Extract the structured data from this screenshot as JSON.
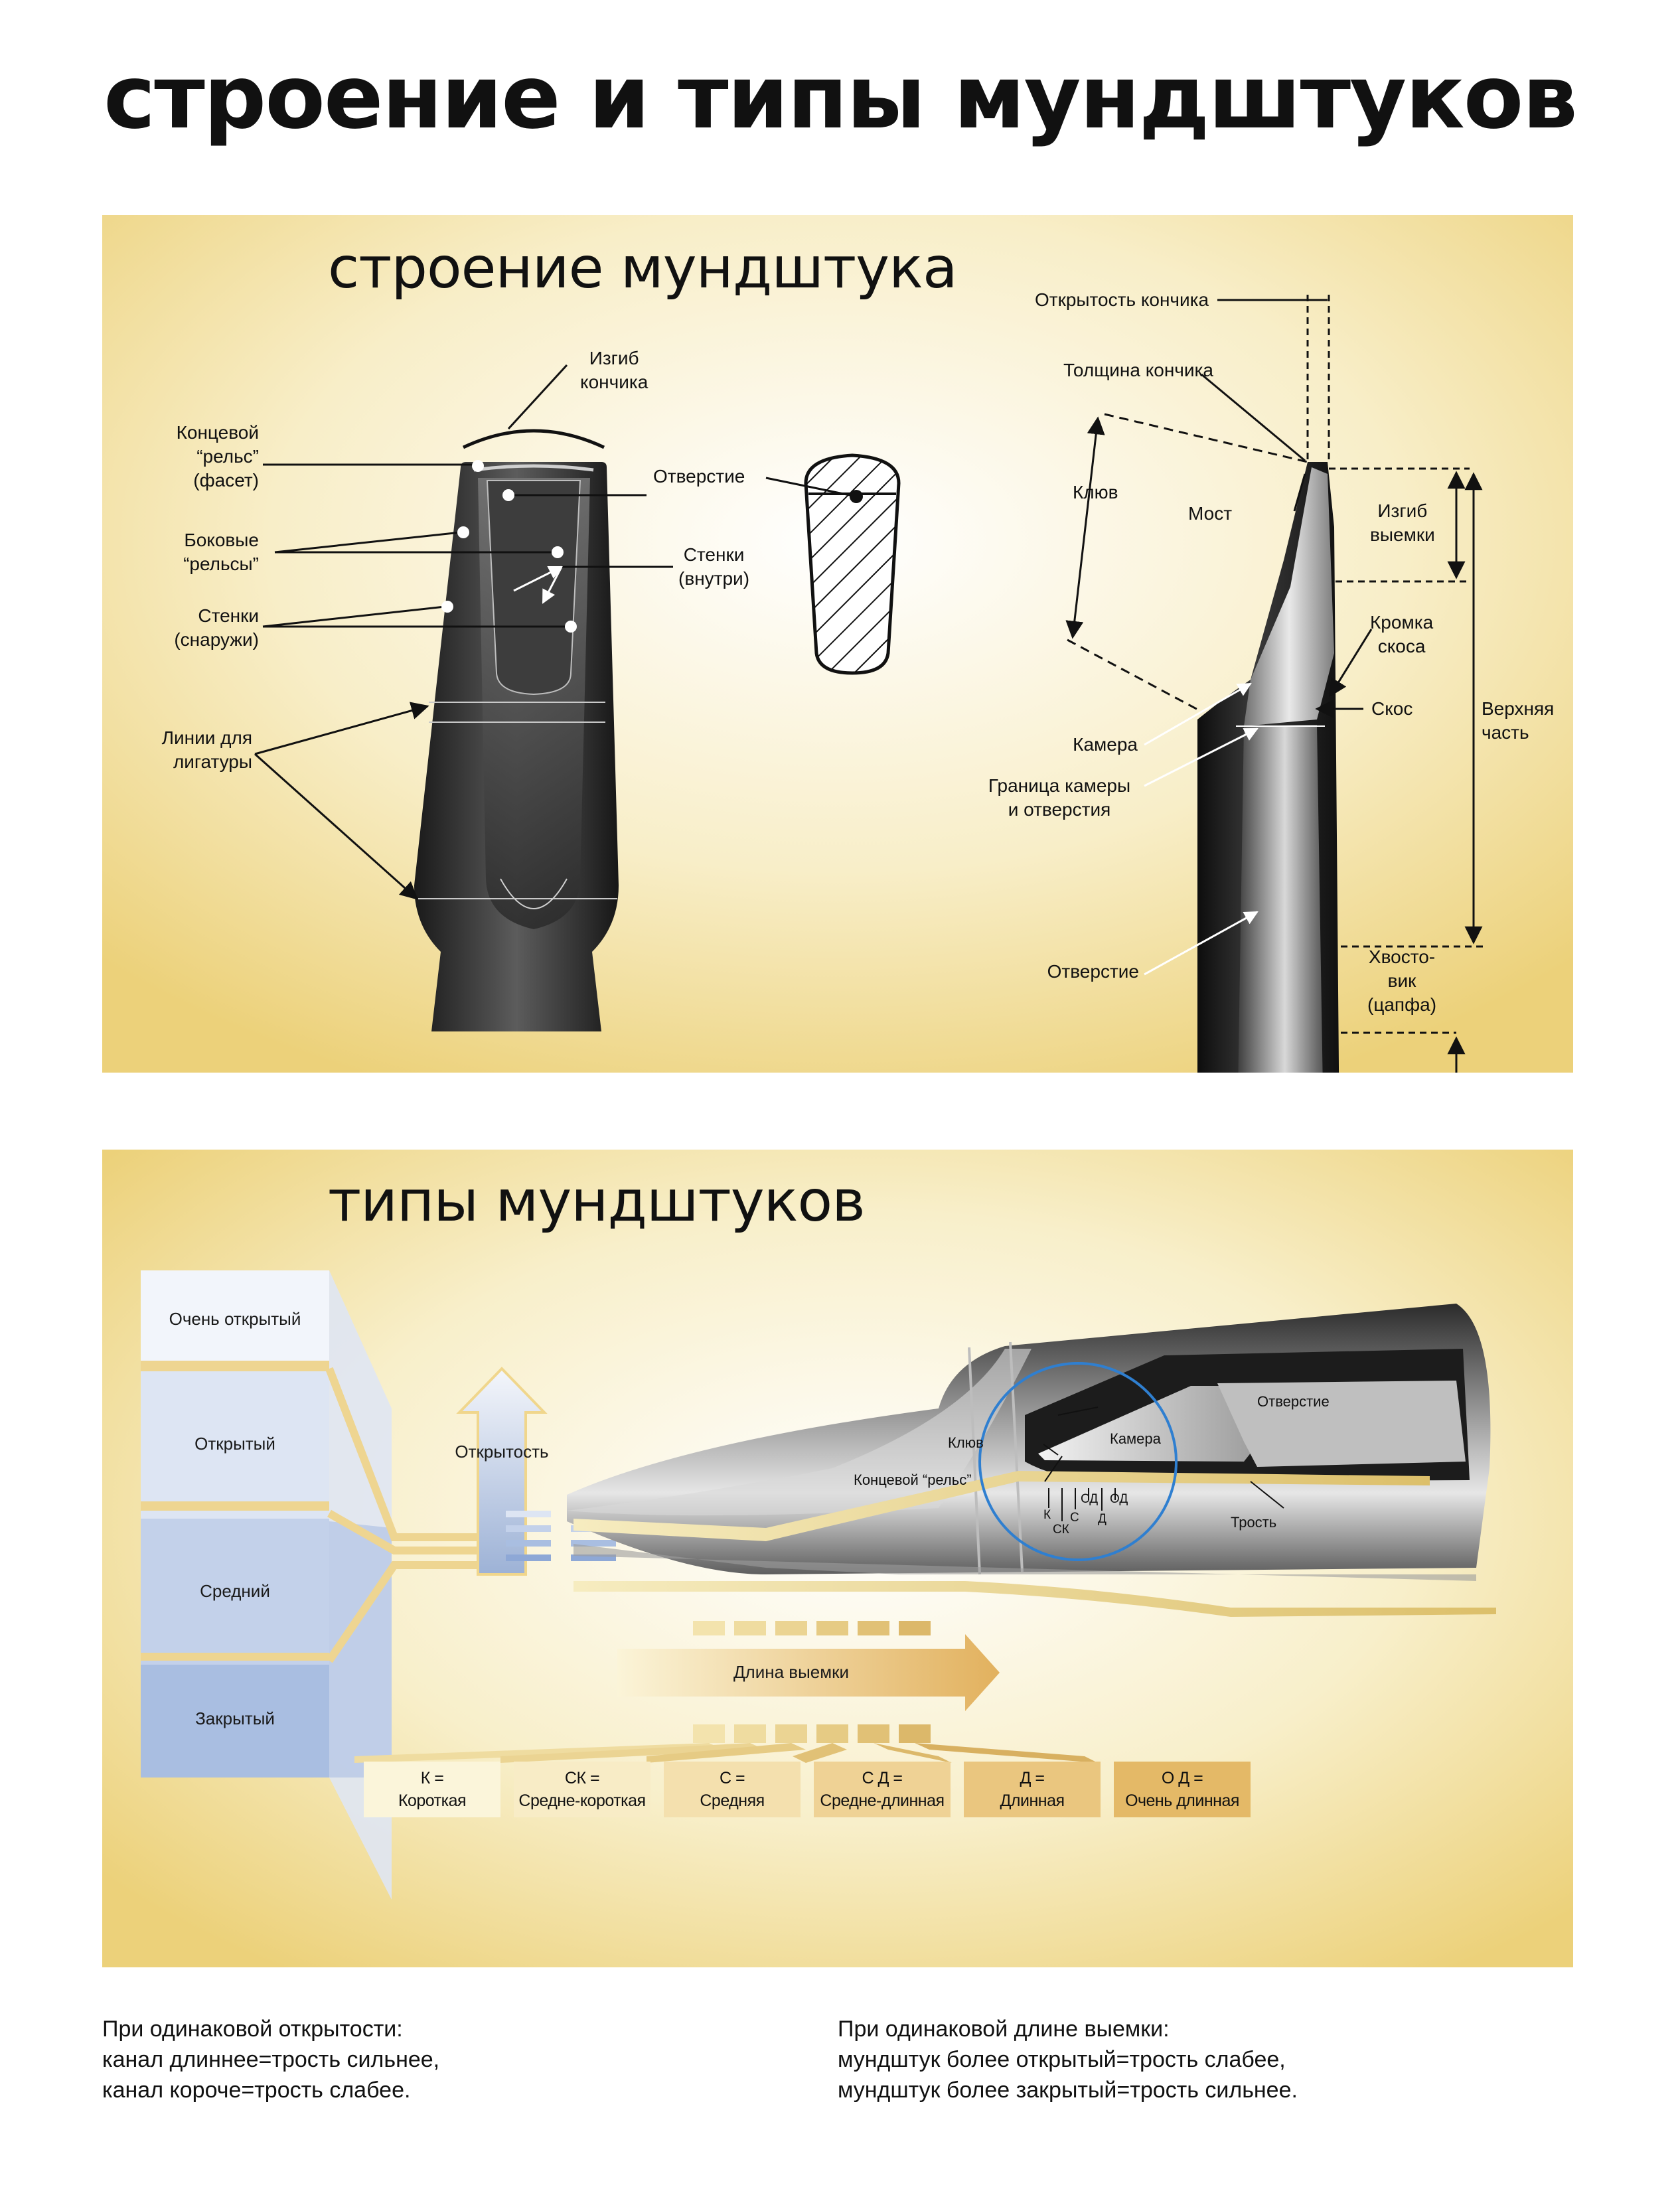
{
  "page": {
    "title": "строение и типы мундштуков"
  },
  "structure": {
    "title": "строение мундштука",
    "front_labels": {
      "tip_curve": [
        "Изгиб",
        "кончика"
      ],
      "tip_rail": [
        "Концевой",
        "“рельс”",
        "(фасет)"
      ],
      "side_rails": [
        "Боковые",
        "“рельсы”"
      ],
      "walls_outside": [
        "Стенки",
        "(снаружи)"
      ],
      "ligature_lines": [
        "Линии для",
        "лигатуры"
      ],
      "opening": "Отверстие",
      "walls_inside": [
        "Стенки",
        "(внутри)"
      ]
    },
    "side_labels": {
      "tip_opening": "Открытость кончика",
      "tip_thickness": "Толщина кончика",
      "beak": "Клюв",
      "bridge": "Мост",
      "facing_curve": [
        "Изгиб",
        "выемки"
      ],
      "baffle_edge": [
        "Кромка",
        "скоса"
      ],
      "baffle": "Скос",
      "chamber": "Камера",
      "chamber_bore_border": [
        "Граница камеры",
        "и отверстия"
      ],
      "upper_part": [
        "Верхняя",
        "часть"
      ],
      "bore": "Отверстие",
      "shank": [
        "Хвосто-",
        "вик",
        "(цапфа)"
      ]
    }
  },
  "types": {
    "title": "типы мундштуков",
    "openness_levels": [
      "Очень открытый",
      "Открытый",
      "Средний",
      "Закрытый"
    ],
    "openness_arrow": "Открытость",
    "facing_length_arrow": "Длина выемки",
    "detail_labels": {
      "opening": "Отверстие",
      "beak": "Клюв",
      "chamber": "Камера",
      "tip_rail": "Концевой “рельс”",
      "reed": "Трость",
      "marks": [
        "К",
        "СК",
        "С",
        "СД",
        "Д",
        "ОД"
      ]
    },
    "legend": [
      {
        "code": "К =",
        "name": "Короткая",
        "color": "#fbf5da"
      },
      {
        "code": "СК =",
        "name": "Средне-короткая",
        "color": "#f8ecc6"
      },
      {
        "code": "С =",
        "name": "Средняя",
        "color": "#f4e0ae"
      },
      {
        "code": "С Д =",
        "name": "Средне-длинная",
        "color": "#efd295"
      },
      {
        "code": "Д =",
        "name": "Длинная",
        "color": "#eac67f"
      },
      {
        "code": "О Д =",
        "name": "Очень длинная",
        "color": "#e4b967"
      }
    ]
  },
  "notes": {
    "left": [
      "При одинаковой открытости:",
      "канал длиннее=трость сильнее,",
      "канал короче=трость слабее."
    ],
    "right": [
      "При одинаковой длине выемки:",
      "мундштук более открытый=трость слабее,",
      "мундштук более закрытый=трость сильнее."
    ]
  }
}
